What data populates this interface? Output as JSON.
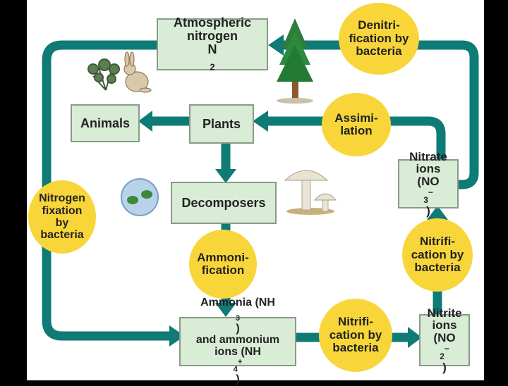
{
  "colors": {
    "arrow": "#0e7b76",
    "box": "#d8ecd6",
    "circle": "#f8d63a",
    "panel": "#ffffff",
    "frame": "#000000"
  },
  "boxes": {
    "atmospheric": {
      "line1": "Atmospheric",
      "line2": "nitrogen",
      "line3": "N",
      "sub": "2"
    },
    "animals": "Animals",
    "plants": "Plants",
    "decomposers": "Decomposers",
    "nitrate": {
      "line1": "Nitrate",
      "line2": "ions",
      "line3a": "(NO",
      "sub": "3",
      "sup": "−",
      "line3b": ")"
    },
    "ammonia": {
      "line1a": "Ammonia (NH",
      "line1sub": "3",
      "line1b": ")",
      "line2": "and ammonium",
      "line3a": "ions (NH",
      "line3sub": "4",
      "line3sup": "+",
      "line3b": " )"
    },
    "nitrite": {
      "line1": "Nitrite",
      "line2": "ions",
      "line3a": "(NO",
      "sub": "2",
      "sup": "−",
      "line3b": ")"
    }
  },
  "processes": {
    "denitrification": [
      "Denitri-",
      "fication by",
      "bacteria"
    ],
    "assimilation": [
      "Assimi-",
      "lation"
    ],
    "fixation": [
      "Nitrogen",
      "fixation",
      "by",
      "bacteria"
    ],
    "ammonification": [
      "Ammoni-",
      "fication"
    ],
    "nitrification_right": [
      "Nitrifi-",
      "cation by",
      "bacteria"
    ],
    "nitrification_bottom": [
      "Nitrifi-",
      "cation by",
      "bacteria"
    ]
  },
  "icons": {
    "tree": "pine-tree-icon",
    "rabbit": "rabbit-icon",
    "shrub": "shrub-icon",
    "bacteria": "bacteria-icon",
    "mushrooms": "mushroom-icon"
  }
}
